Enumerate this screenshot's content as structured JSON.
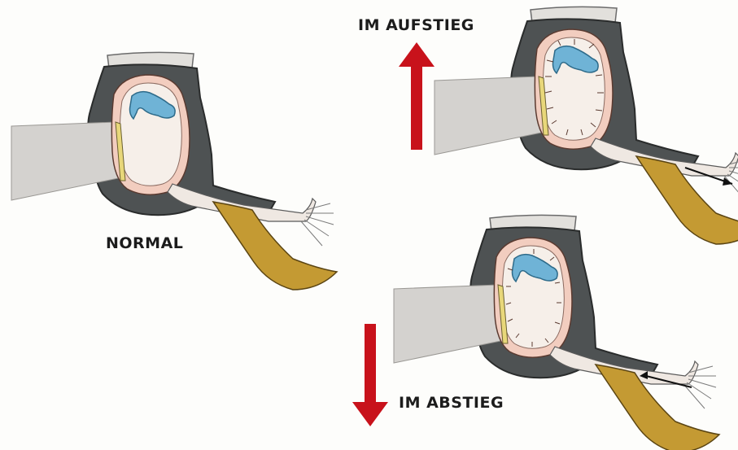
{
  "labels": {
    "normal": "NORMAL",
    "ascent": "IM AUFSTIEG",
    "descent": "IM ABSTIEG"
  },
  "colors": {
    "bone": "#4e5253",
    "bone_edge": "#2a2c2c",
    "canal": "#d4d2cf",
    "drum": "#e8d77a",
    "cavity": "#f6efe9",
    "lining": "#f2cdbf",
    "ossicle": "#6fb3d6",
    "tube": "#efe8e2",
    "cartilage": "#c49a33",
    "arrow": "#c8121b",
    "cap": "#e2e0dc"
  },
  "icons": {
    "up": "arrow-up-icon",
    "down": "arrow-down-icon"
  }
}
